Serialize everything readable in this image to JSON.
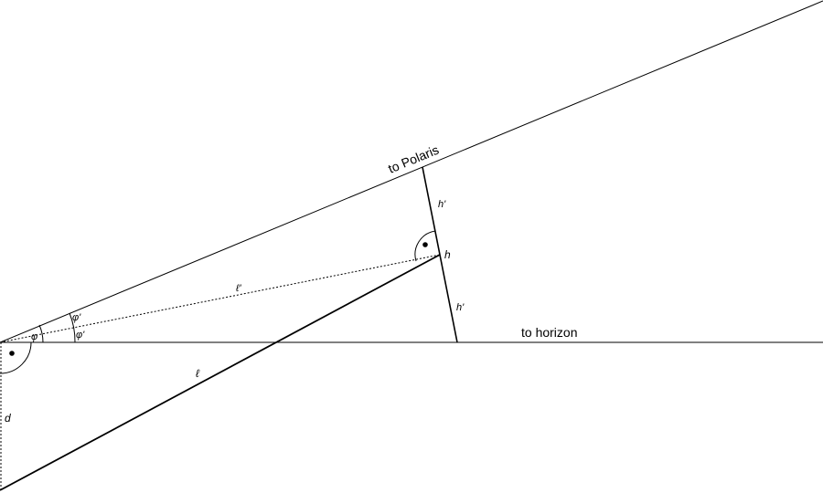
{
  "labels": {
    "to_polaris": "to Polaris",
    "to_horizon": "to horizon",
    "h": "h",
    "h_prime_upper": "h'",
    "h_prime_lower": "h'",
    "ell": "ℓ",
    "ell_prime": "ℓ'",
    "phi": "φ",
    "phi_prime_upper": "φ'",
    "phi_prime_lower": "φ'",
    "d": "d"
  },
  "colors": {
    "line": "#000000",
    "background": "#ffffff"
  }
}
